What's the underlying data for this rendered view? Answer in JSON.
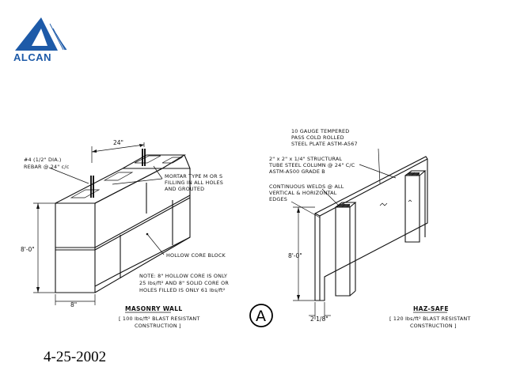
{
  "logo": {
    "text": "ALCAN",
    "color": "#1d5aa8"
  },
  "masonry": {
    "rebar": [
      "#4 (1/2\" DIA.)",
      "REBAR @ 24\" c/c"
    ],
    "spacing": "24\"",
    "mortar": [
      "MORTAR TYPE M OR S",
      "FILLING IN ALL HOLES",
      "AND GROUTED"
    ],
    "hollow_core": "HOLLOW CORE BLOCK",
    "height": "8'-0\"",
    "width": "8\"",
    "note": [
      "NOTE: 8\" HOLLOW CORE IS ONLY",
      "25 lbs/ft² AND 8\" SOLID CORE OR",
      "HOLES FILLED IS ONLY 61 lbs/ft²"
    ],
    "title": "MASONRY WALL",
    "caption": [
      "[ 100 lbs/ft² BLAST RESISTANT",
      "CONSTRUCTION ]"
    ]
  },
  "hazsafe": {
    "plate": [
      "10 GAUGE TEMPERED",
      "PASS COLD ROLLED",
      "STEEL PLATE ASTM-A567"
    ],
    "tube": [
      "2\" x 2\" x 1/4\" STRUCTURAL",
      "TUBE STEEL COLUMN @ 24\" C/C",
      "ASTM-A500 GRADE B"
    ],
    "welds": [
      "CONTINUOUS WELDS @ ALL",
      "VERTICAL & HORIZONTAL",
      "EDGES"
    ],
    "height": "8'-0\"",
    "thickness": "2 1/8\"",
    "title": "HAZ-SAFE",
    "caption": [
      "[ 120 lbs/ft² BLAST RESISTANT",
      "CONSTRUCTION ]"
    ]
  },
  "detail_marker": "A",
  "date": "4-25-2002"
}
